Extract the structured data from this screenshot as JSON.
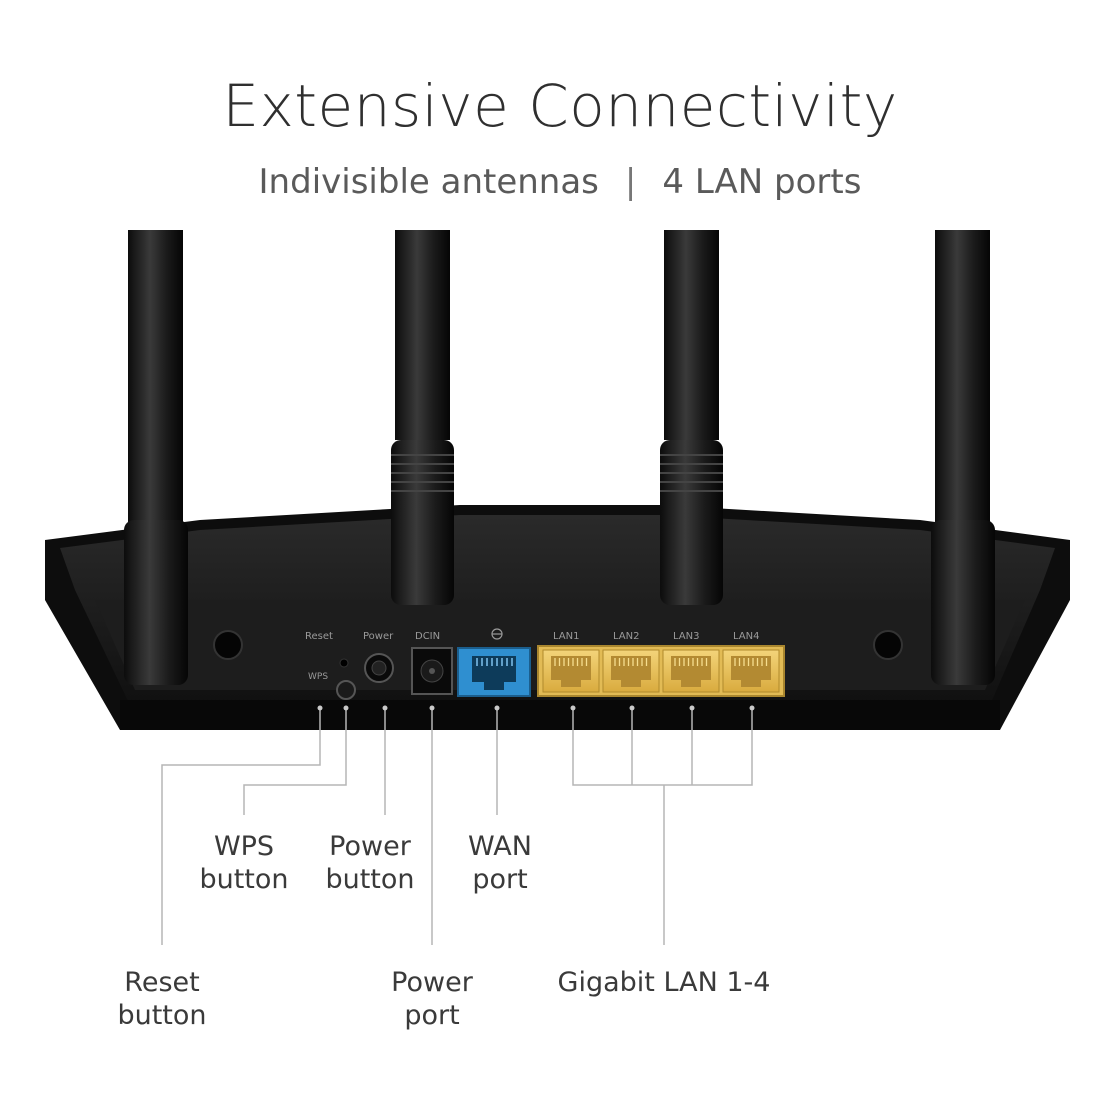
{
  "title": "Extensive Connectivity",
  "subtitle": {
    "left": "Indivisible antennas",
    "separator": "|",
    "right": "4 LAN ports"
  },
  "panel_labels": {
    "reset": "Reset",
    "power": "Power",
    "dcin": "DCIN",
    "lan1": "LAN1",
    "lan2": "LAN2",
    "lan3": "LAN3",
    "lan4": "LAN4",
    "wps": "WPS"
  },
  "callouts": {
    "wps": {
      "line1": "WPS",
      "line2": "button"
    },
    "power_button": {
      "line1": "Power",
      "line2": "button"
    },
    "wan": {
      "line1": "WAN",
      "line2": "port"
    },
    "reset": {
      "line1": "Reset",
      "line2": "button"
    },
    "power_port": {
      "line1": "Power",
      "line2": "port"
    },
    "lan": {
      "line1": "Gigabit LAN 1-4"
    }
  },
  "colors": {
    "router_body": "#141414",
    "wan_port": "#2f8fd0",
    "lan_ports": "#e8c25a",
    "leader_lines": "#b5b5b5"
  }
}
